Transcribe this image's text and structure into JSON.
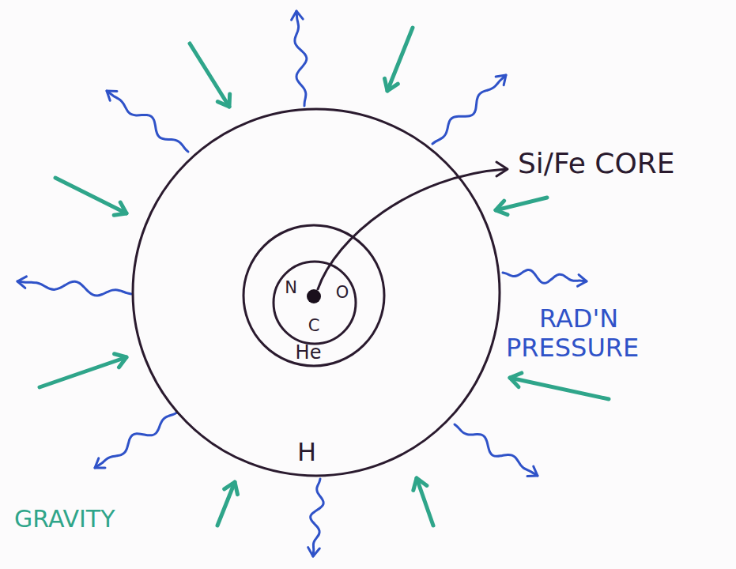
{
  "diagram": {
    "nodes": [
      {
        "text": [
          "H"
        ]
      },
      {
        "text": [
          "He"
        ],
        "in": 0
      },
      {
        "text": [
          "N",
          "O",
          "C"
        ],
        "in": 1
      }
    ],
    "labels": [
      "Si/Fe CORE",
      "RAD'N PRESSURE",
      "GRAVITY"
    ]
  }
}
